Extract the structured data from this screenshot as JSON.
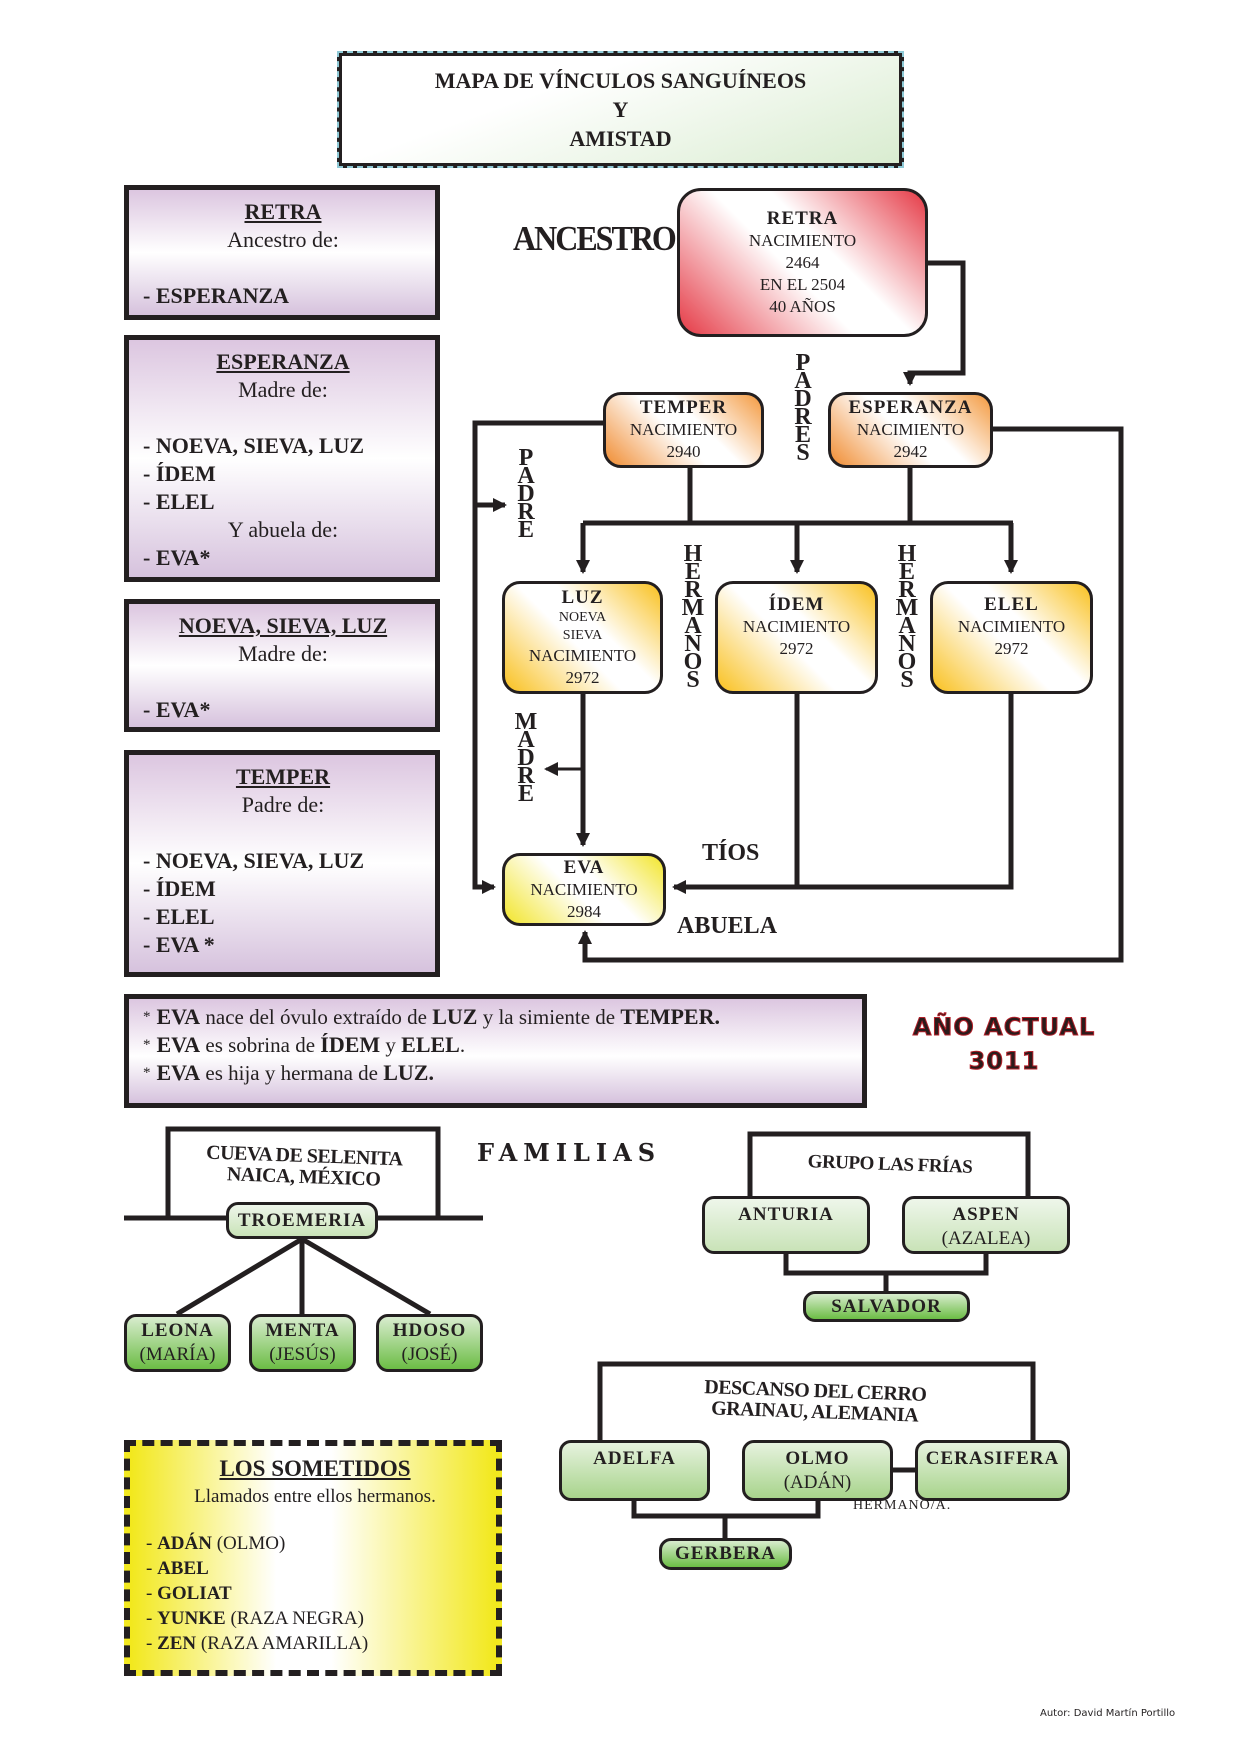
{
  "title": {
    "line1": "MAPA DE VÍNCULOS SANGUÍNEOS",
    "line2": "Y",
    "line3": "AMISTAD"
  },
  "side_boxes": [
    {
      "head": "RETRA",
      "sub": "Ancestro de:",
      "items": [
        "- ESPERANZA"
      ]
    },
    {
      "head": "ESPERANZA",
      "sub": "Madre de:",
      "items": [
        "- NOEVA, SIEVA, LUZ",
        "- ÍDEM",
        "- ELEL"
      ],
      "sub2": "Y abuela  de:",
      "items2": [
        "- EVA*"
      ]
    },
    {
      "head": "NOEVA, SIEVA, LUZ",
      "sub": "Madre de:",
      "items": [
        "- EVA*"
      ]
    },
    {
      "head": "TEMPER",
      "sub": "Padre de:",
      "items": [
        "- NOEVA, SIEVA, LUZ",
        "- ÍDEM",
        "- ELEL",
        "- EVA *"
      ]
    }
  ],
  "tree": {
    "ancestro_label": "ANCESTRO",
    "retra": {
      "name": "RETRA",
      "line1": "NACIMIENTO",
      "line2": "2464",
      "line3": "EN EL 2504",
      "line4": "40 AÑOS"
    },
    "temper": {
      "name": "TEMPER",
      "line1": "NACIMIENTO",
      "line2": "2940"
    },
    "esperanza": {
      "name": "ESPERANZA",
      "line1": "NACIMIENTO",
      "line2": "2942"
    },
    "luz": {
      "name": "LUZ",
      "line1": "NOEVA",
      "line2": "SIEVA",
      "line3": "NACIMIENTO",
      "line4": "2972"
    },
    "idem": {
      "name": "ÍDEM",
      "line1": "NACIMIENTO",
      "line2": "2972"
    },
    "elel": {
      "name": "ELEL",
      "line1": "NACIMIENTO",
      "line2": "2972"
    },
    "eva": {
      "name": "EVA",
      "line1": "NACIMIENTO",
      "line2": "2984"
    },
    "labels": {
      "padres": "PADRES",
      "padre": "PADRE",
      "hermanos": "HERMANOS",
      "madre": "MADRE",
      "tios": "TÍOS",
      "abuela": "ABUELA"
    }
  },
  "notes": [
    {
      "parts": [
        [
          "EVA",
          true
        ],
        [
          " nace del óvulo extraído de ",
          false
        ],
        [
          "LUZ",
          true
        ],
        [
          " y la simiente de ",
          false
        ],
        [
          "TEMPER.",
          true
        ]
      ]
    },
    {
      "parts": [
        [
          "EVA",
          true
        ],
        [
          " es sobrina de ",
          false
        ],
        [
          "ÍDEM",
          true
        ],
        [
          " y ",
          false
        ],
        [
          "ELEL",
          true
        ],
        [
          ".",
          false
        ]
      ]
    },
    {
      "parts": [
        [
          "EVA",
          true
        ],
        [
          " es hija y hermana de ",
          false
        ],
        [
          "LUZ.",
          true
        ]
      ]
    }
  ],
  "current_year": {
    "label": "AÑO ACTUAL",
    "value": "3011"
  },
  "familias_label": "FAMILIAS",
  "families": {
    "cueva": {
      "title1": "CUEVA DE SELENITA",
      "title2": "NAICA, MÉXICO",
      "parent": "TROEMERIA",
      "children": [
        {
          "name": "LEONA",
          "alias": "(MARÍA)"
        },
        {
          "name": "MENTA",
          "alias": "(JESÚS)"
        },
        {
          "name": "HDOSO",
          "alias": "(JOSÉ)"
        }
      ]
    },
    "frias": {
      "title": "GRUPO LAS FRÍAS",
      "parents": [
        {
          "name": "ANTURIA",
          "alias": ""
        },
        {
          "name": "ASPEN",
          "alias": "(AZALEA)"
        }
      ],
      "child": "SALVADOR"
    },
    "descanso": {
      "title1": "DESCANSO DEL CERRO",
      "title2": "GRAINAU, ALEMANIA",
      "members": [
        {
          "name": "ADELFA",
          "alias": ""
        },
        {
          "name": "OLMO",
          "alias": "(ADÁN)"
        },
        {
          "name": "CERASIFERA",
          "alias": ""
        }
      ],
      "sibling_note": "HERMANO/A.",
      "child": "GERBERA"
    }
  },
  "sometidos": {
    "head": "LOS SOMETIDOS",
    "sub": "Llamados entre ellos hermanos.",
    "items": [
      {
        "name": "ADÁN",
        "note": " (OLMO)"
      },
      {
        "name": "ABEL",
        "note": ""
      },
      {
        "name": "GOLIAT",
        "note": ""
      },
      {
        "name": "YUNKE",
        "note": " (RAZA NEGRA)"
      },
      {
        "name": "ZEN",
        "note": " (RAZA AMARILLA)"
      }
    ]
  },
  "author": "Autor: David Martín Portillo"
}
